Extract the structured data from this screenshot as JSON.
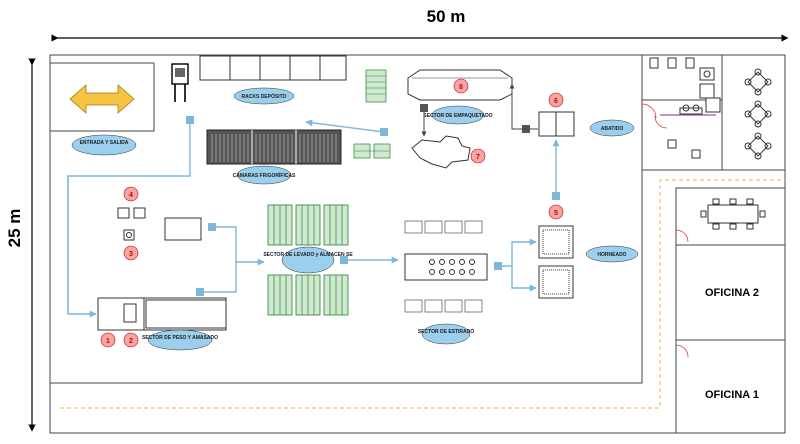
{
  "dimensions": {
    "width": "50 m",
    "height": "25 m"
  },
  "zones": {
    "entrance": "ENTRADA Y SALIDA",
    "racks": "RACKS DEPÓSITO",
    "cold_rooms": "CÁMARAS FRIGORÍFICAS",
    "leavening": "SECTOR DE LEVADO y ALMACEN SE",
    "weighing": "SECTOR DE PESO Y AMASADO",
    "stretching": "SECTOR DE ESTIRADO",
    "packaging": "SECTOR DE EMPAQUETADO",
    "cooling": "ABATIDO",
    "baking": "HORNEADO"
  },
  "offices": {
    "office2": "OFICINA 2",
    "office1": "OFICINA 1"
  },
  "markers": [
    "1",
    "2",
    "3",
    "4",
    "5",
    "6",
    "7",
    "8"
  ],
  "colors": {
    "flow": "#7fb6dc",
    "pill": "#9ccfee",
    "marker": "#f4a6a6",
    "rack_green": "#2f7d3a",
    "dashed": "#f4c060",
    "arrow_yellow": "#f6c342"
  }
}
